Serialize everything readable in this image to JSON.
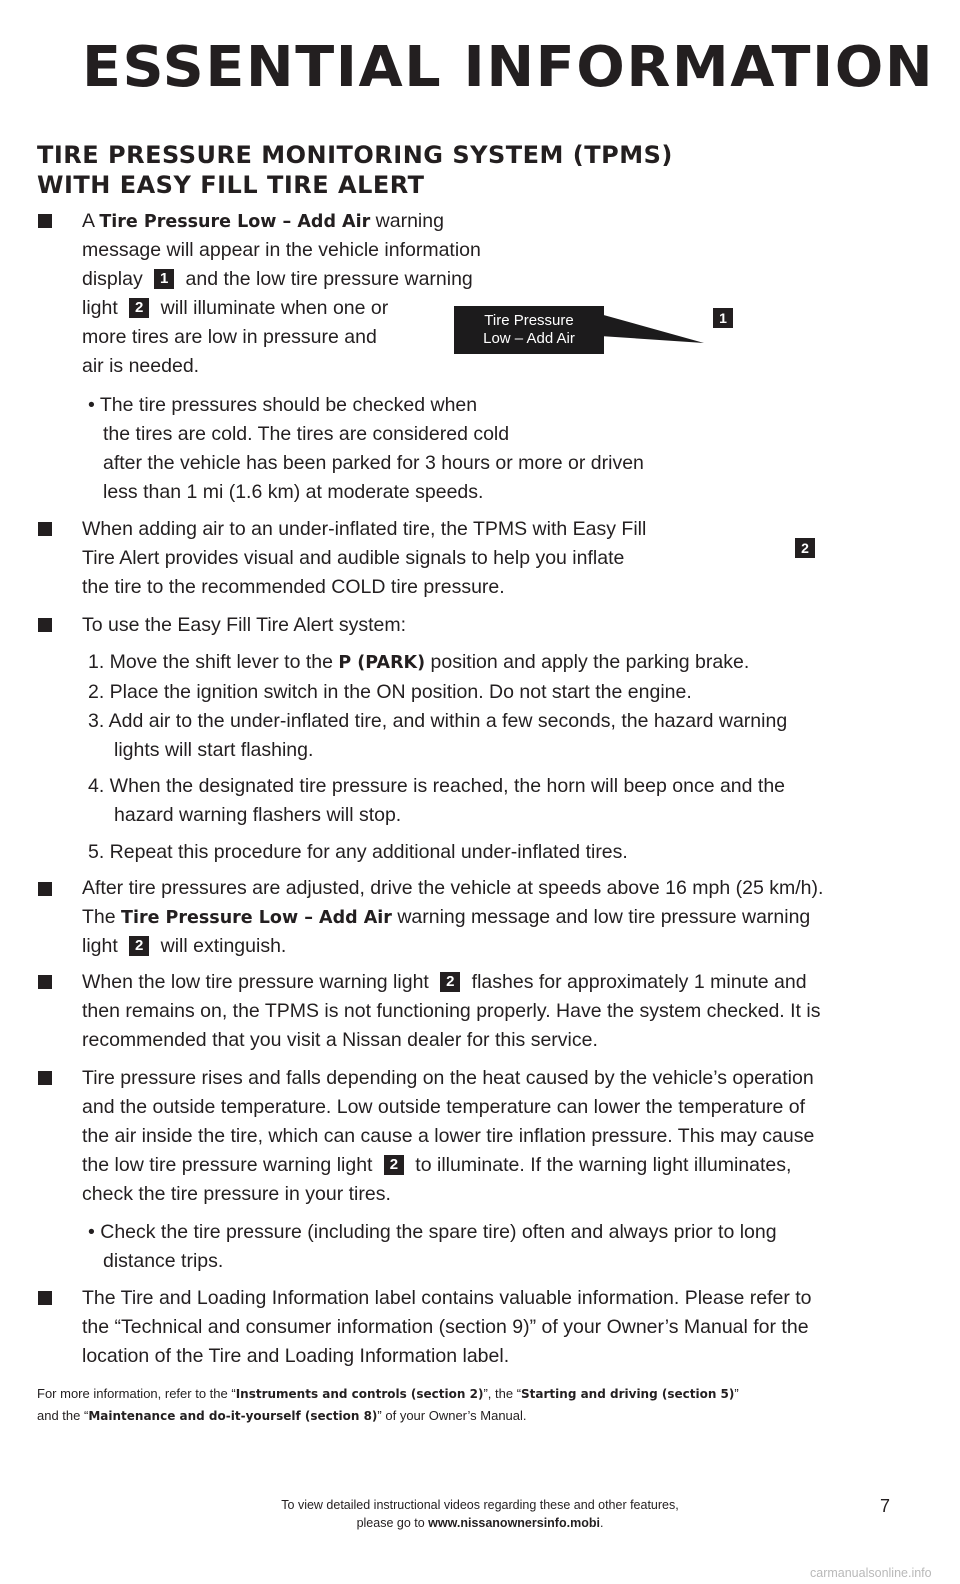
{
  "header": {
    "title": "ESSENTIAL INFORMATION"
  },
  "section": {
    "title_line1": "TIRE PRESSURE MONITORING SYSTEM (TPMS)",
    "title_line2": "WITH EASY FILL TIRE ALERT"
  },
  "badges": {
    "one": "1",
    "two": "2"
  },
  "callout": {
    "line1": "Tire Pressure",
    "line2": "Low – Add Air"
  },
  "bullet1": {
    "p1": "A ",
    "bold": "Tire Pressure Low – Add Air",
    "p2": " warning",
    "line2": "message will appear in the vehicle information",
    "line3a": "display ",
    "line3b": " and the low tire pressure warning",
    "line4a": "light ",
    "line4b": " will illuminate when one or",
    "line5": "more tires are low in pressure and",
    "line6": "air is needed.",
    "sub1": "• The tire pressures should be checked when",
    "sub2": "the tires are cold. The tires are considered cold",
    "sub3": "after the vehicle has been parked for 3 hours or more or driven",
    "sub4": "less than 1 mi (1.6 km) at moderate speeds."
  },
  "bullet2": {
    "line1": "When adding air to an under-inflated tire, the TPMS with Easy Fill",
    "line2": "Tire Alert provides visual and audible signals to help you inflate",
    "line3": "the tire to the recommended COLD tire pressure."
  },
  "bullet3": {
    "intro": "To use the Easy Fill Tire Alert system:",
    "s1a": "1.  Move the shift lever to the ",
    "s1b": "P (PARK)",
    "s1c": " position and apply the parking brake.",
    "s2": "2.  Place the ignition switch in the ON position. Do not start the engine.",
    "s3a": "3.  Add air to the under-inflated tire, and within a few seconds, the hazard warning",
    "s3b": "lights will start flashing.",
    "s4a": "4.  When the designated tire pressure is reached, the horn will beep once and the",
    "s4b": "hazard warning flashers will stop.",
    "s5": "5.  Repeat this procedure for any additional under-inflated tires."
  },
  "bullet4": {
    "line1": "After tire pressures are adjusted, drive the vehicle at speeds above 16 mph (25 km/h).",
    "l2a": "The ",
    "l2b": "Tire Pressure Low – Add Air",
    "l2c": " warning message and low tire pressure warning",
    "l3a": "light ",
    "l3b": " will extinguish."
  },
  "bullet5": {
    "l1a": "When the low tire pressure warning light ",
    "l1b": " flashes for approximately 1 minute and",
    "line2": "then remains on, the TPMS is not functioning properly. Have the system checked. It is",
    "line3": "recommended that you visit a Nissan dealer for this service."
  },
  "bullet6": {
    "line1": "Tire pressure rises and falls depending on the heat caused by the vehicle’s operation",
    "line2": "and the outside temperature. Low outside temperature can lower the temperature of",
    "line3": "the air inside the tire, which can cause a lower tire inflation pressure. This may cause",
    "l4a": "the low tire pressure warning light ",
    "l4b": " to illuminate. If the warning light illuminates,",
    "line5": "check the tire pressure in your tires.",
    "sub1": "• Check the tire pressure (including the spare tire) often and always prior to long",
    "sub2": "distance trips."
  },
  "bullet7": {
    "line1": "The Tire and Loading Information label contains valuable information. Please refer to",
    "line2": "the “Technical and consumer information (section 9)” of your Owner’s Manual for the",
    "line3": "location of the Tire and Loading Information label."
  },
  "footnote": {
    "a": "For more information, refer to the “",
    "b": "Instruments and controls (section 2)",
    "c": "”, the “",
    "d": "Starting and driving (section 5)",
    "e": "”",
    "f": "and the “",
    "g": "Maintenance and do-it-yourself (section 8)",
    "h": "” of your Owner’s Manual."
  },
  "footer": {
    "line1": "To view detailed instructional videos regarding these and other features,",
    "line2a": "please go to ",
    "line2b": "www.nissanownersinfo.mobi",
    "line2c": "."
  },
  "page_number": "7",
  "watermark": "carmanualsonline.info"
}
